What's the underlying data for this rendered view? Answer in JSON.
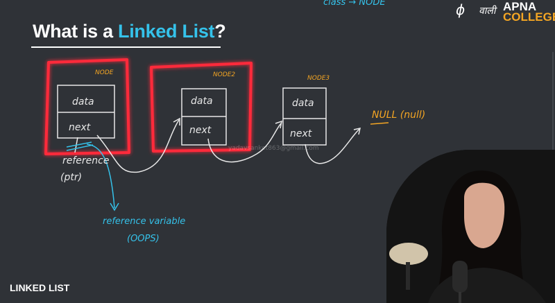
{
  "slide": {
    "title_prefix": "What is a ",
    "title_highlight": "Linked List",
    "title_suffix": "?",
    "top_note": "class → NODE",
    "top_note_right": "वाली",
    "phi": "ϕ",
    "brand_line1": "APNA",
    "brand_line2": "COLLEGE",
    "nodes": [
      {
        "label": "NODE",
        "data": "data",
        "next": "next"
      },
      {
        "label": "NODE2",
        "data": "data",
        "next": "next"
      },
      {
        "label": "NODE3",
        "data": "data",
        "next": "next"
      }
    ],
    "null_label": "NULL (null)",
    "reference_label": "reference",
    "ptr_label": "(ptr)",
    "reference_variable_label": "reference variable",
    "oops_label": "(OOPS)",
    "watermark": "yadavsanket863@gmail.com",
    "footer": "LINKED LIST"
  },
  "colors": {
    "background": "#2f3237",
    "highlight_blue": "#35c2ea",
    "node_label_orange": "#f5a623",
    "red_box": "#ff2a3a"
  }
}
